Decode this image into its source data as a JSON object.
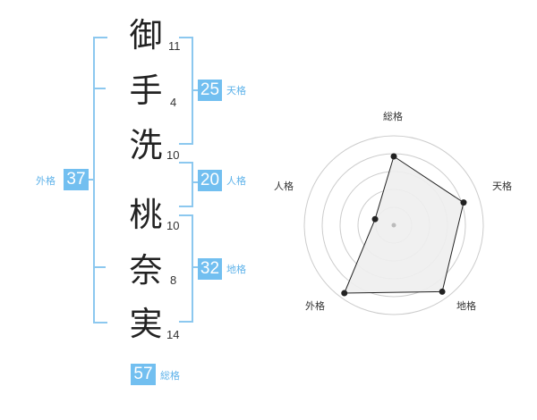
{
  "name": {
    "chars": [
      "御",
      "手",
      "洗",
      "桃",
      "奈",
      "実"
    ],
    "strokes": [
      "11",
      "4",
      "10",
      "10",
      "8",
      "14"
    ]
  },
  "scores": {
    "tenkaku": {
      "value": "25",
      "label": "天格"
    },
    "jinkaku": {
      "value": "20",
      "label": "人格"
    },
    "chikaku": {
      "value": "32",
      "label": "地格"
    },
    "gaikaku": {
      "value": "37",
      "label": "外格"
    },
    "soukaku": {
      "value": "57",
      "label": "総格"
    }
  },
  "colors": {
    "bracket": "#8cc8ef",
    "badge": "#72bff0",
    "badge_label": "#5fb3ea",
    "radar_fill": "#eeeeee",
    "radar_line": "#222222"
  },
  "chart_data": {
    "type": "radar",
    "axes": [
      "総格",
      "天格",
      "地格",
      "外格",
      "人格"
    ],
    "values": [
      0.77,
      0.82,
      0.92,
      0.94,
      0.22
    ],
    "rings": 5,
    "max": 1
  }
}
